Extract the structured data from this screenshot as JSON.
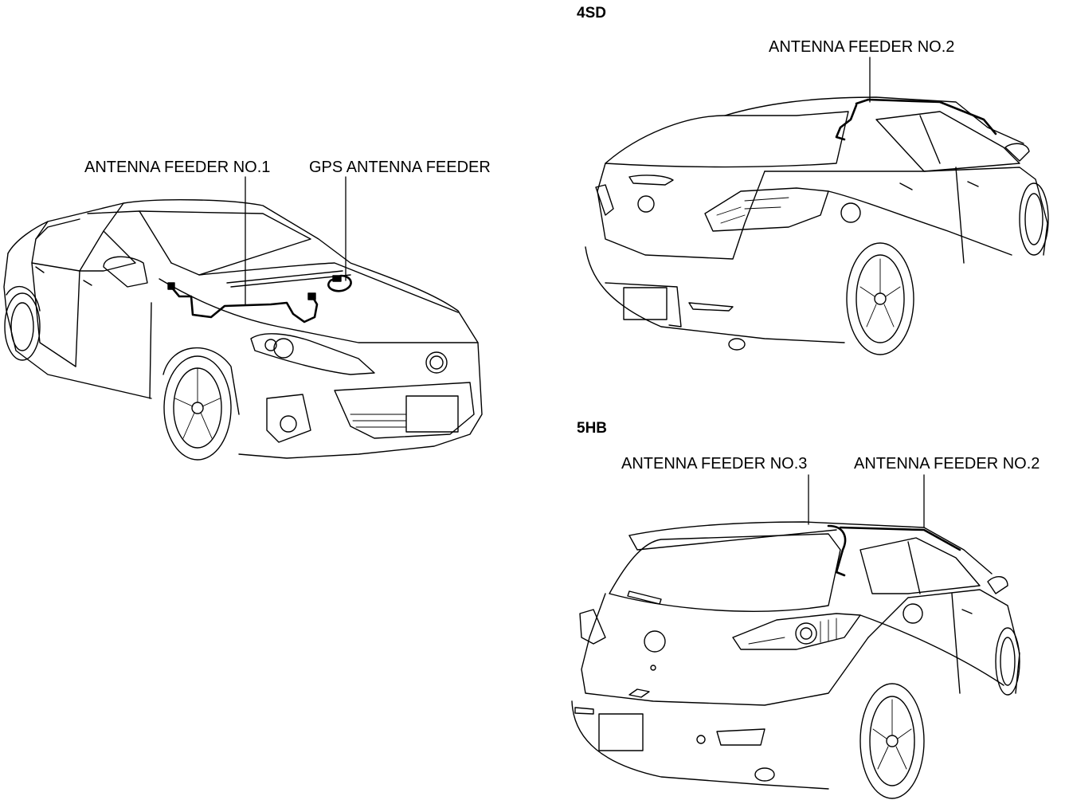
{
  "front_view": {
    "labels": {
      "antenna_feeder_no1": "ANTENNA FEEDER NO.1",
      "gps_antenna_feeder": "GPS ANTENNA FEEDER"
    }
  },
  "sedan_view": {
    "variant": "4SD",
    "labels": {
      "antenna_feeder_no2": "ANTENNA FEEDER NO.2"
    }
  },
  "hatchback_view": {
    "variant": "5HB",
    "labels": {
      "antenna_feeder_no3": "ANTENNA FEEDER NO.3",
      "antenna_feeder_no2": "ANTENNA FEEDER NO.2"
    }
  }
}
